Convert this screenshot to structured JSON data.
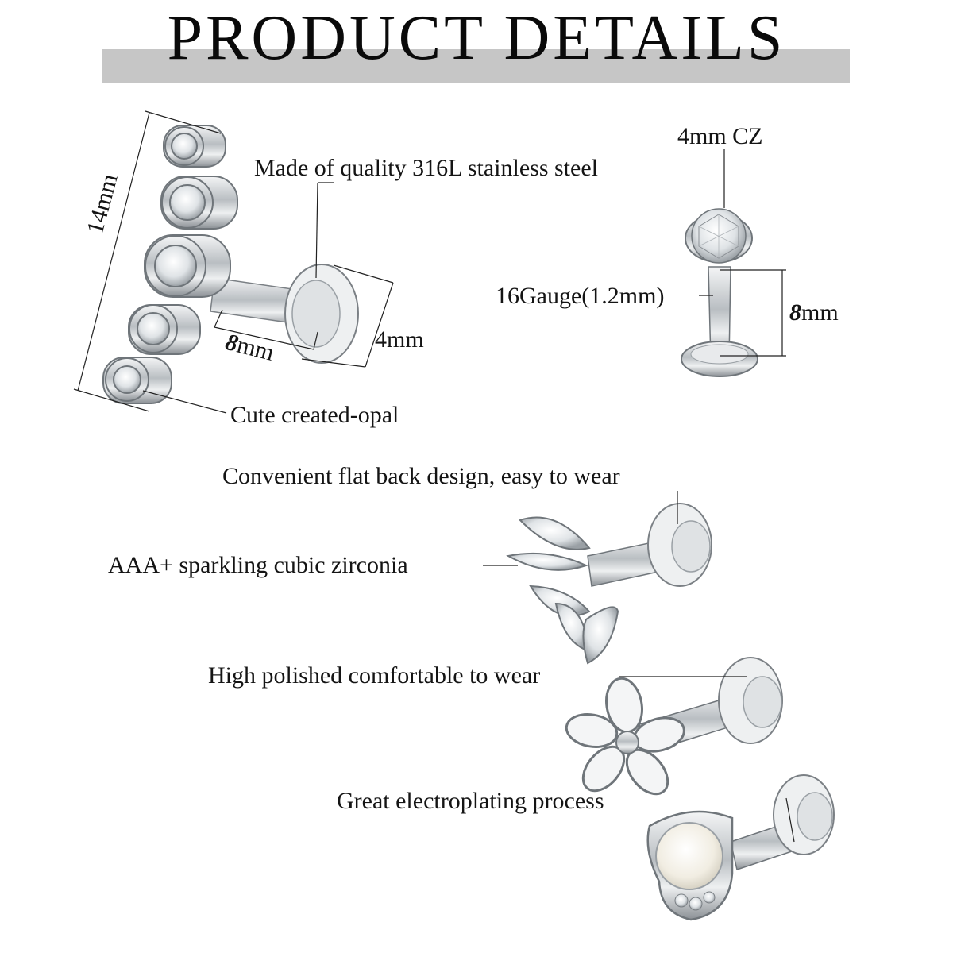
{
  "title": "PRODUCT DETAILS",
  "colors": {
    "band": "#c6c6c6",
    "steel": "#cfd3d6",
    "steel_dark": "#7b8085",
    "opal": "#f3f1ea"
  },
  "product1": {
    "material_label": "Made of quality 316L stainless steel",
    "gem_label": "Cute created-opal",
    "length": "14mm",
    "bar_length_num": "8",
    "bar_length_unit": "mm",
    "disc_size": "4mm"
  },
  "product2": {
    "gem_label": "4mm CZ",
    "gauge_label": "16Gauge(1.2mm)",
    "bar_length_num": "8",
    "bar_length_unit": "mm"
  },
  "features": {
    "flat_back": "Convenient flat back design, easy to wear",
    "zirconia": "AAA+ sparkling cubic zirconia",
    "polished": "High polished comfortable to wear",
    "plating": "Great electroplating process"
  },
  "icons": [
    "bezel-gem-cluster-icon",
    "round-cz-stud-icon",
    "marquise-crown-stud-icon",
    "flower-stud-icon",
    "teardrop-opal-stud-icon"
  ]
}
